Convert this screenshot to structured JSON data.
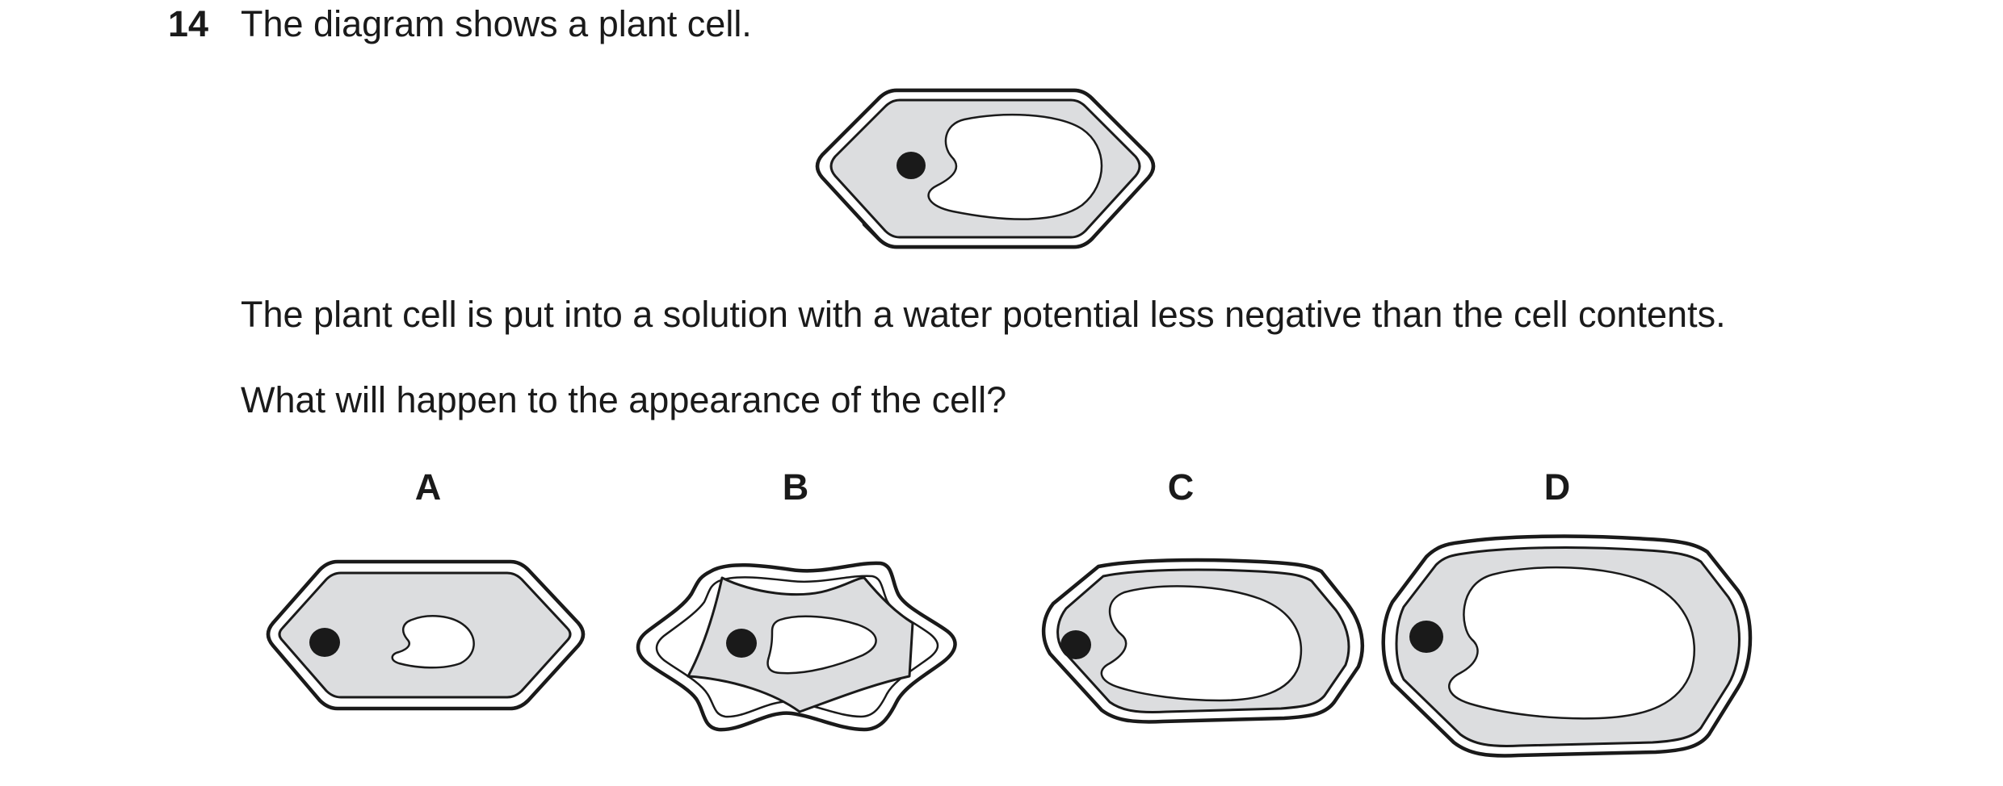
{
  "question": {
    "number": "14",
    "stem": "The diagram shows a plant cell.",
    "context": "The plant cell is put into a solution with a water potential less negative than the cell contents.",
    "prompt": "What will happen to the appearance of the cell?"
  },
  "options": [
    {
      "label": "A"
    },
    {
      "label": "B"
    },
    {
      "label": "C"
    },
    {
      "label": "D"
    }
  ],
  "colors": {
    "cytoplasm": "#dcdddf",
    "outline": "#1a1a1a",
    "background": "#ffffff"
  }
}
